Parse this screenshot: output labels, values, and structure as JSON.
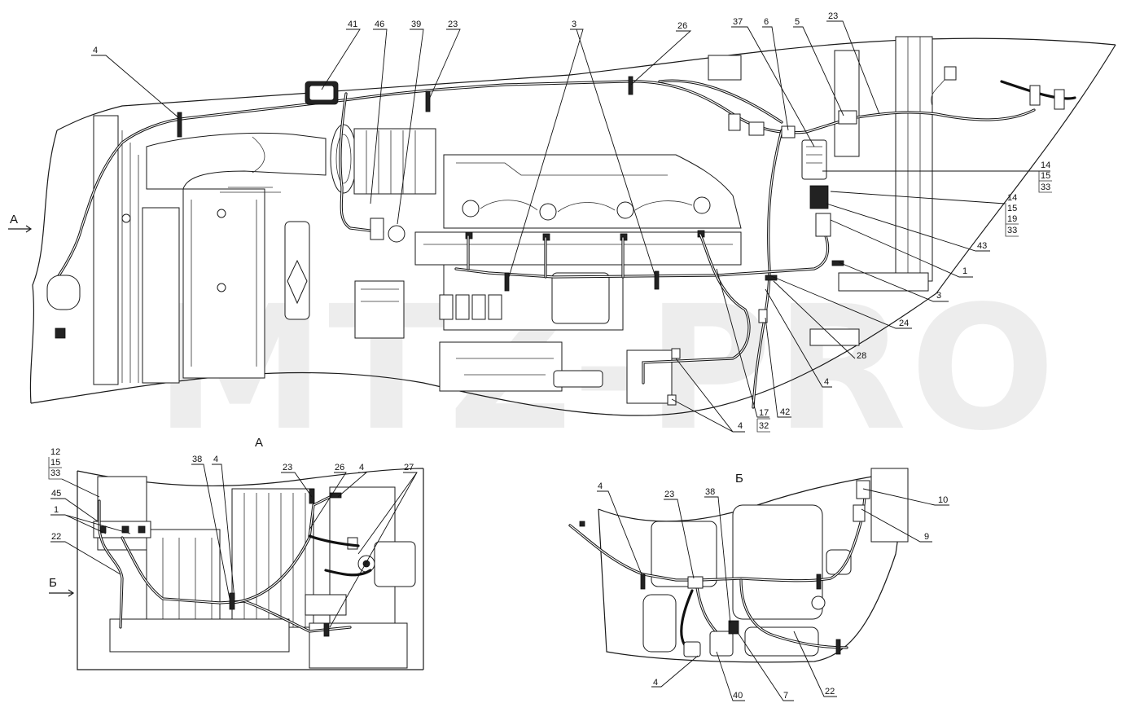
{
  "watermark": "MTZ-PRO",
  "views": {
    "main_view_arrow_label": "А",
    "section_a_title": "А",
    "section_a_arrow_label": "Б",
    "section_b_title": "Б"
  },
  "main_callouts": {
    "c41": "41",
    "c46": "46",
    "c39": "39",
    "c23a": "23",
    "c3": "3",
    "c26": "26",
    "c37": "37",
    "c6": "6",
    "c5": "5",
    "c23b": "23",
    "c4": "4",
    "c14a": "14",
    "c15a": "15",
    "c33a": "33",
    "c14b": "14",
    "c15b": "15",
    "c19b": "19",
    "c33b": "33",
    "c43": "43",
    "c1": "1",
    "c3b": "3",
    "c24": "24",
    "c28": "28",
    "c4b": "4",
    "c4c": "4",
    "c17": "17",
    "c32": "32",
    "c42": "42"
  },
  "section_a_callouts": {
    "c12": "12",
    "c15": "15",
    "c33": "33",
    "c45": "45",
    "c1": "1",
    "c22": "22",
    "c38": "38",
    "c4a": "4",
    "c23": "23",
    "c26": "26",
    "c4b": "4",
    "c27": "27"
  },
  "section_b_callouts": {
    "c4a": "4",
    "c23": "23",
    "c38": "38",
    "c10": "10",
    "c9": "9",
    "c4b": "4",
    "c40": "40",
    "c7": "7",
    "c22": "22"
  }
}
